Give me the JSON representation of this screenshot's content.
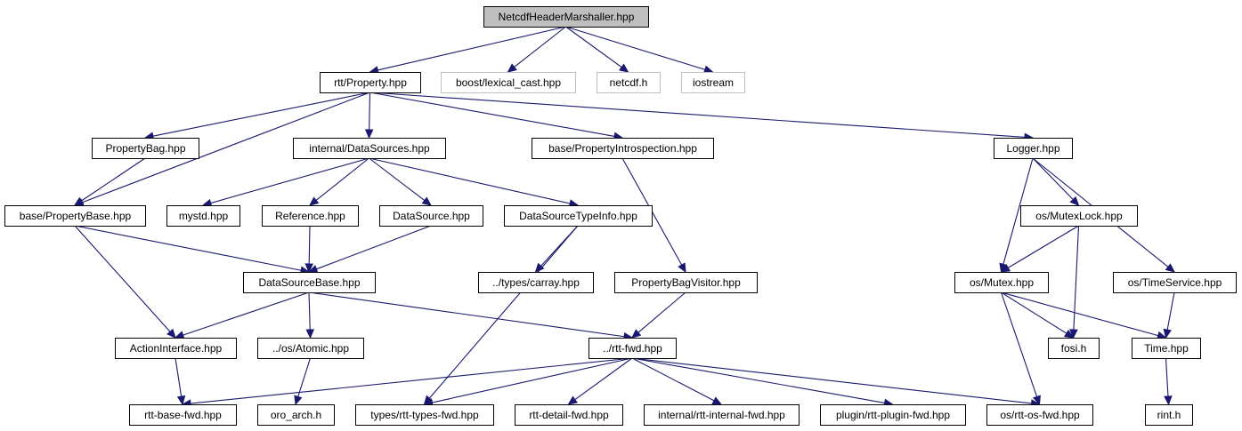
{
  "nodes": [
    {
      "id": "root",
      "label": "NetcdfHeaderMarshaller.hpp",
      "kind": "root"
    },
    {
      "id": "rtt_property",
      "label": "rtt/Property.hpp",
      "kind": "normal"
    },
    {
      "id": "lexical_cast",
      "label": "boost/lexical_cast.hpp",
      "kind": "external"
    },
    {
      "id": "netcdf",
      "label": "netcdf.h",
      "kind": "external"
    },
    {
      "id": "iostream",
      "label": "iostream",
      "kind": "external"
    },
    {
      "id": "propertybag",
      "label": "PropertyBag.hpp",
      "kind": "normal"
    },
    {
      "id": "datasources",
      "label": "internal/DataSources.hpp",
      "kind": "normal"
    },
    {
      "id": "propintrospection",
      "label": "base/PropertyIntrospection.hpp",
      "kind": "normal"
    },
    {
      "id": "logger",
      "label": "Logger.hpp",
      "kind": "normal"
    },
    {
      "id": "propertybase",
      "label": "base/PropertyBase.hpp",
      "kind": "normal"
    },
    {
      "id": "mystd",
      "label": "mystd.hpp",
      "kind": "normal"
    },
    {
      "id": "reference",
      "label": "Reference.hpp",
      "kind": "normal"
    },
    {
      "id": "datasource",
      "label": "DataSource.hpp",
      "kind": "normal"
    },
    {
      "id": "dstypeinfo",
      "label": "DataSourceTypeInfo.hpp",
      "kind": "normal"
    },
    {
      "id": "mutexlock",
      "label": "os/MutexLock.hpp",
      "kind": "normal"
    },
    {
      "id": "datasourcebase",
      "label": "DataSourceBase.hpp",
      "kind": "normal"
    },
    {
      "id": "carray",
      "label": "../types/carray.hpp",
      "kind": "normal"
    },
    {
      "id": "pbvisitor",
      "label": "PropertyBagVisitor.hpp",
      "kind": "normal"
    },
    {
      "id": "mutex",
      "label": "os/Mutex.hpp",
      "kind": "normal"
    },
    {
      "id": "timeservice",
      "label": "os/TimeService.hpp",
      "kind": "normal"
    },
    {
      "id": "actioninterface",
      "label": "ActionInterface.hpp",
      "kind": "normal"
    },
    {
      "id": "atomic",
      "label": "../os/Atomic.hpp",
      "kind": "normal"
    },
    {
      "id": "rttfwd",
      "label": "../rtt-fwd.hpp",
      "kind": "normal"
    },
    {
      "id": "fosi",
      "label": "fosi.h",
      "kind": "normal"
    },
    {
      "id": "time",
      "label": "Time.hpp",
      "kind": "normal"
    },
    {
      "id": "basefwd",
      "label": "rtt-base-fwd.hpp",
      "kind": "normal"
    },
    {
      "id": "oroarch",
      "label": "oro_arch.h",
      "kind": "normal"
    },
    {
      "id": "typesfwd",
      "label": "types/rtt-types-fwd.hpp",
      "kind": "normal"
    },
    {
      "id": "detailfwd",
      "label": "rtt-detail-fwd.hpp",
      "kind": "normal"
    },
    {
      "id": "internalfwd",
      "label": "internal/rtt-internal-fwd.hpp",
      "kind": "normal"
    },
    {
      "id": "pluginfwd",
      "label": "plugin/rtt-plugin-fwd.hpp",
      "kind": "normal"
    },
    {
      "id": "osfwd",
      "label": "os/rtt-os-fwd.hpp",
      "kind": "normal"
    },
    {
      "id": "rint",
      "label": "rint.h",
      "kind": "normal"
    }
  ],
  "edges": [
    [
      "root",
      "rtt_property"
    ],
    [
      "root",
      "lexical_cast"
    ],
    [
      "root",
      "netcdf"
    ],
    [
      "root",
      "iostream"
    ],
    [
      "rtt_property",
      "propertybag"
    ],
    [
      "rtt_property",
      "propertybase"
    ],
    [
      "rtt_property",
      "datasources"
    ],
    [
      "rtt_property",
      "propintrospection"
    ],
    [
      "rtt_property",
      "logger"
    ],
    [
      "propertybag",
      "propertybase"
    ],
    [
      "datasources",
      "mystd"
    ],
    [
      "datasources",
      "reference"
    ],
    [
      "datasources",
      "datasource"
    ],
    [
      "datasources",
      "dstypeinfo"
    ],
    [
      "propintrospection",
      "pbvisitor"
    ],
    [
      "logger",
      "mutex"
    ],
    [
      "logger",
      "mutexlock"
    ],
    [
      "logger",
      "timeservice"
    ],
    [
      "propertybase",
      "datasourcebase"
    ],
    [
      "propertybase",
      "actioninterface"
    ],
    [
      "reference",
      "datasourcebase"
    ],
    [
      "datasource",
      "datasourcebase"
    ],
    [
      "dstypeinfo",
      "carray"
    ],
    [
      "dstypeinfo",
      "typesfwd"
    ],
    [
      "mutexlock",
      "mutex"
    ],
    [
      "mutexlock",
      "fosi"
    ],
    [
      "datasourcebase",
      "actioninterface"
    ],
    [
      "datasourcebase",
      "atomic"
    ],
    [
      "datasourcebase",
      "rttfwd"
    ],
    [
      "pbvisitor",
      "rttfwd"
    ],
    [
      "mutex",
      "fosi"
    ],
    [
      "mutex",
      "time"
    ],
    [
      "mutex",
      "osfwd"
    ],
    [
      "timeservice",
      "time"
    ],
    [
      "actioninterface",
      "basefwd"
    ],
    [
      "atomic",
      "oroarch"
    ],
    [
      "rttfwd",
      "basefwd"
    ],
    [
      "rttfwd",
      "typesfwd"
    ],
    [
      "rttfwd",
      "detailfwd"
    ],
    [
      "rttfwd",
      "internalfwd"
    ],
    [
      "rttfwd",
      "pluginfwd"
    ],
    [
      "rttfwd",
      "osfwd"
    ],
    [
      "time",
      "rint"
    ]
  ]
}
